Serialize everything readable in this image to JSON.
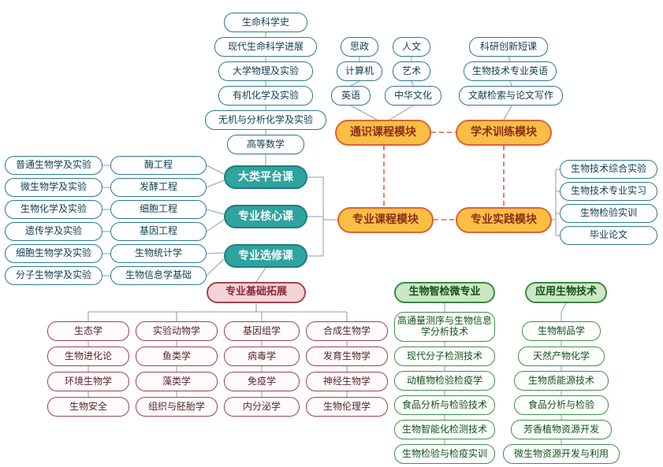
{
  "diagram": {
    "platform_courses": [
      "生命科学史",
      "现代生命科学进展",
      "大学物理及实验",
      "有机化学及实验",
      "无机与分析化学及实验",
      "高等数学"
    ],
    "general_courses": [
      "思政",
      "人文",
      "计算机",
      "艺术",
      "英语",
      "中华文化"
    ],
    "academic_courses": [
      "科研创新短课",
      "生物技术专业英语",
      "文献检索与论文写作"
    ],
    "foundation_courses": [
      "普通生物学及实验",
      "微生物学及实验",
      "生物化学及实验",
      "遗传学及实验",
      "细胞生物学及实验",
      "分子生物学及实验"
    ],
    "core_courses": [
      "酶工程",
      "发酵工程",
      "细胞工程",
      "基因工程",
      "生物统计学",
      "生物信息学基础"
    ],
    "course_groups": [
      "大类平台课",
      "专业核心课",
      "专业选修课"
    ],
    "modules": [
      "通识课程模块",
      "学术训练模块",
      "专业课程模块",
      "专业实践模块"
    ],
    "practice_items": [
      "生物技术综合实验",
      "生物技术专业实习",
      "生物检验实训",
      "毕业论文"
    ],
    "extension": {
      "header": "专业基础拓展",
      "columns": [
        [
          "生态学",
          "生物进化论",
          "环境生物学",
          "生物安全"
        ],
        [
          "实验动物学",
          "鱼类学",
          "藻类学",
          "组织与胚胎学"
        ],
        [
          "基因组学",
          "病毒学",
          "免疫学",
          "内分泌学"
        ],
        [
          "合成生物学",
          "发育生物学",
          "神经生物学",
          "生物伦理学"
        ]
      ]
    },
    "micro_major": {
      "header": "生物智检微专业",
      "items": [
        "高通量测序与生物信息学分析技术",
        "现代分子检测技术",
        "动植物检验检疫学",
        "食品分析与检验技术",
        "生物智能化检测技术",
        "生物检验与检疫实训"
      ]
    },
    "applied": {
      "header": "应用生物技术",
      "items": [
        "生物制品学",
        "天然产物化学",
        "生物质能源技术",
        "食品分析与检验",
        "芳香植物资源开发",
        "微生物资源开发与利用"
      ]
    }
  },
  "colors": {
    "teal_node_fill": "#2ea3a0",
    "teal_border": "#2b7a8c",
    "orange_node_fill": "#f9bf45",
    "orange_border": "#e0622f",
    "dashed_link": "#e2603f",
    "pink_header_fill": "#f4d3d7",
    "maroon_border": "#9d4350",
    "green_header_fill": "#cbe7c4",
    "green_border": "#3f9245",
    "connector": "#9fb3bc"
  }
}
